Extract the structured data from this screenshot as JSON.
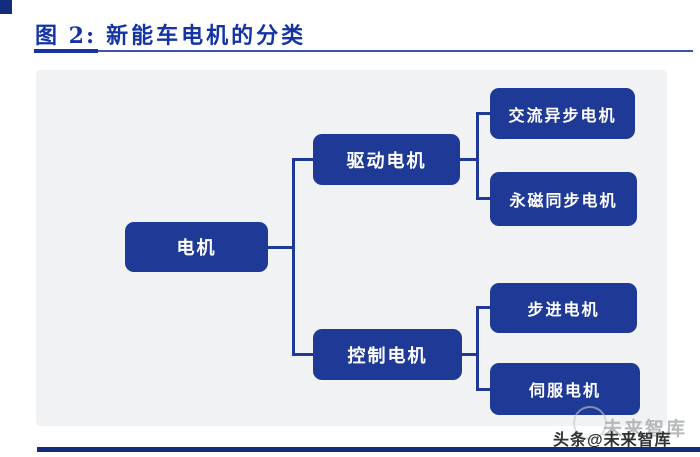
{
  "header": {
    "figure_label": "图 2:",
    "title": "新能车电机的分类"
  },
  "tree": {
    "root": {
      "label": "电机"
    },
    "branches": [
      {
        "label": "驱动电机",
        "children": [
          {
            "label": "交流异步电机"
          },
          {
            "label": "永磁同步电机"
          }
        ]
      },
      {
        "label": "控制电机",
        "children": [
          {
            "label": "步进电机"
          },
          {
            "label": "伺服电机"
          }
        ]
      }
    ]
  },
  "watermark": {
    "source_text": "头条@未来智库",
    "ghost_text": "未来智库"
  },
  "colors": {
    "node_blue": "#1e3a96",
    "connector_blue": "#1e3a96",
    "title_blue": "#1434a4",
    "rule_dark_blue": "#132c80",
    "panel_background": "#f1f2f3",
    "node_text": "#ffffff"
  }
}
